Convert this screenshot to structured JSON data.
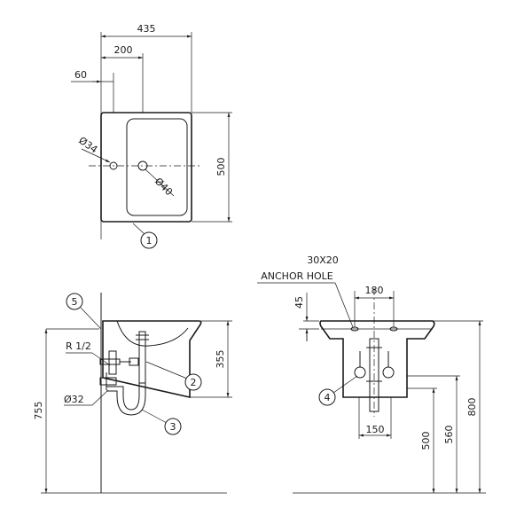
{
  "top_view": {
    "width_total": "435",
    "offset_center": "200",
    "offset_side": "60",
    "depth": "500",
    "hole_small": "Ø34",
    "hole_large": "Ø40"
  },
  "side_view": {
    "thread": "R 1/2",
    "pipe_dia": "Ø32",
    "height_total": "755",
    "basin_height": "355"
  },
  "front_view": {
    "anchor_size": "30X20",
    "anchor_label": "ANCHOR HOLE",
    "anchor_spacing": "180",
    "rim_offset": "45",
    "pedestal_width": "150",
    "height_500": "500",
    "height_560": "560",
    "height_800": "800"
  },
  "callouts": [
    "1",
    "2",
    "3",
    "4",
    "5"
  ]
}
